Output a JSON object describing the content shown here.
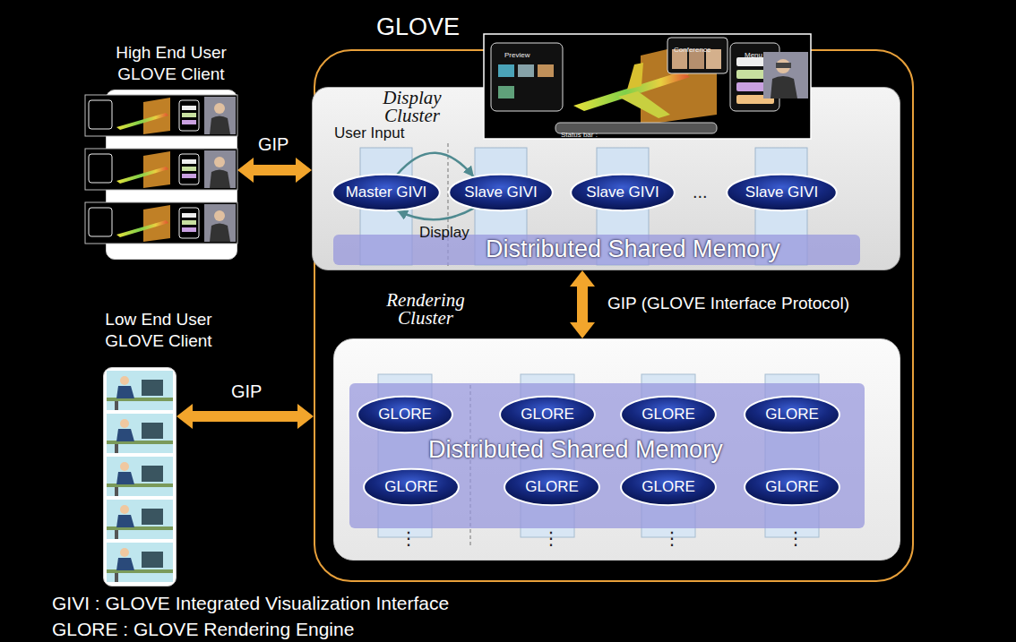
{
  "diagram": {
    "nodes": [
      {
        "text": [
          "GLOVE"
        ]
      },
      {
        "text": [
          "Display Cluster"
        ],
        "in": 0
      },
      {
        "text": [
          "Master GIVI"
        ],
        "in": 1
      },
      {
        "text": [
          "Slave GIVI"
        ],
        "in": 1
      },
      {
        "text": [
          "Slave GIVI"
        ],
        "in": 1
      },
      {
        "text": [
          "Slave GIVI"
        ],
        "in": 1
      },
      {
        "text": [
          "Distributed Shared Memory"
        ],
        "in": 1
      },
      {
        "text": [
          "Rendering Cluster"
        ],
        "in": 0
      },
      {
        "text": [
          "Distributed Shared Memory"
        ],
        "in": 7
      },
      {
        "text": [
          "GLORE"
        ],
        "in": 8
      },
      {
        "text": [
          "GLORE"
        ],
        "in": 8
      },
      {
        "text": [
          "GLORE"
        ],
        "in": 8
      },
      {
        "text": [
          "GLORE"
        ],
        "in": 8
      },
      {
        "text": [
          "GLORE"
        ],
        "in": 8
      },
      {
        "text": [
          "GLORE"
        ],
        "in": 8
      },
      {
        "text": [
          "GLORE"
        ],
        "in": 8
      },
      {
        "text": [
          "GLORE"
        ],
        "in": 8
      },
      {
        "text": [
          "High End User GLOVE Client"
        ]
      },
      {
        "text": [
          "Low End User GLOVE Client"
        ]
      }
    ],
    "edges": [
      {
        "from": 2,
        "to": 3,
        "label": "User Input",
        "arrow": "to"
      },
      {
        "from": 3,
        "to": 2,
        "label": "Display",
        "arrow": "to"
      },
      {
        "from": 17,
        "to": 1,
        "label": "GIP",
        "arrow": "both"
      },
      {
        "from": 18,
        "to": 0,
        "label": "GIP",
        "arrow": "both"
      },
      {
        "from": 1,
        "to": 7,
        "label": "GIP (GLOVE Interface Protocol)",
        "arrow": "both"
      }
    ],
    "labels": [
      "Preview",
      "Conference",
      "Menu",
      "Status bar :",
      "...",
      "⋮",
      "⋮",
      "⋮",
      "⋮",
      "GIVI : GLOVE Integrated Visualization Interface",
      "GLORE : GLOVE Rendering Engine"
    ]
  }
}
